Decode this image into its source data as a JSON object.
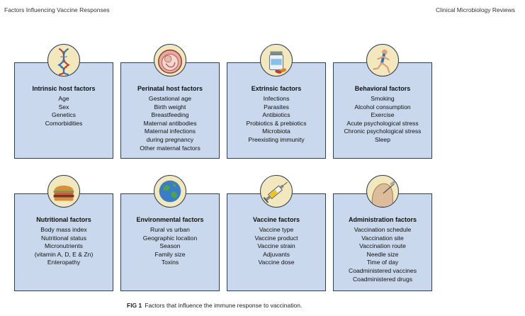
{
  "header": {
    "left": "Factors Influencing Vaccine Responses",
    "right": "Clinical Microbiology Reviews"
  },
  "panels": [
    {
      "title": "Intrinsic host factors",
      "items": [
        "Age",
        "Sex",
        "Genetics",
        "Comorbidities"
      ],
      "icon": "dna-icon"
    },
    {
      "title": "Perinatal host factors",
      "items": [
        "Gestational age",
        "Birth weight",
        "Breastfeeding",
        "Maternal antibodies",
        "Maternal infections",
        "during pregnancy",
        "Other maternal factors"
      ],
      "icon": "fetus-icon"
    },
    {
      "title": "Extrinsic factors",
      "items": [
        "Infections",
        "Parasites",
        "Antibiotics",
        "Probiotics & prebiotics",
        "Microbiota",
        "Preexisting immunity"
      ],
      "icon": "pill-bottle-icon"
    },
    {
      "title": "Behavioral factors",
      "items": [
        "Smoking",
        "Alcohol consumption",
        "Exercise",
        "Acute psychological stress",
        "Chronic psychological stress",
        "Sleep"
      ],
      "icon": "runner-icon"
    },
    {
      "title": "Nutritional factors",
      "items": [
        "Body mass index",
        "Nutritional status",
        "Micronutrients",
        "(vitamin A, D, E & Zn)",
        "Enteropathy"
      ],
      "icon": "burger-icon"
    },
    {
      "title": "Environmental factors",
      "items": [
        "Rural vs urban",
        "Geographic location",
        "Season",
        "Family size",
        "Toxins"
      ],
      "icon": "globe-icon"
    },
    {
      "title": "Vaccine factors",
      "items": [
        "Vaccine type",
        "Vaccine product",
        "Vaccine strain",
        "Adjuvants",
        "Vaccine dose"
      ],
      "icon": "syringe-icon"
    },
    {
      "title": "Administration factors",
      "items": [
        "Vaccination schedule",
        "Vaccination site",
        "Vaccination route",
        "Needle size",
        "Time of day",
        "Coadministered vaccines",
        "Coadministered drugs"
      ],
      "icon": "injection-arm-icon"
    }
  ],
  "caption": {
    "label": "FIG 1",
    "text": "Factors that influence the immune response to vaccination."
  }
}
